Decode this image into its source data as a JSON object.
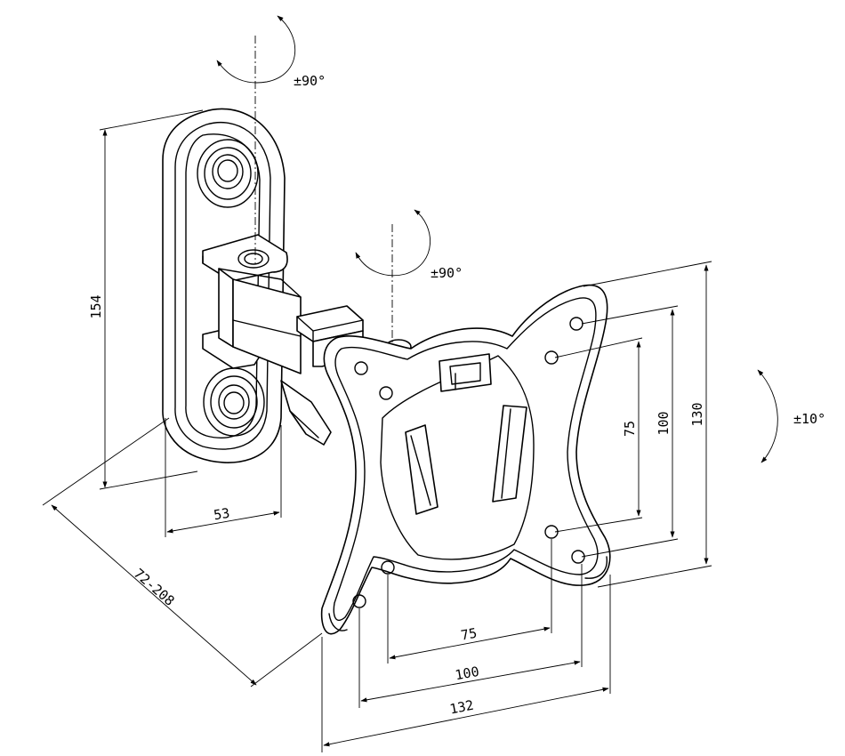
{
  "dimensions": {
    "wall_plate_height": "154",
    "wall_plate_width": "53",
    "arm_extension": "72-208",
    "vesa_inner_vertical": "75",
    "vesa_outer_vertical": "100",
    "plate_height": "130",
    "vesa_inner_horizontal": "75",
    "vesa_outer_horizontal": "100",
    "plate_width": "132"
  },
  "rotations": {
    "upper_pivot": "±90°",
    "lower_pivot": "±90°",
    "tilt": "±10°"
  }
}
